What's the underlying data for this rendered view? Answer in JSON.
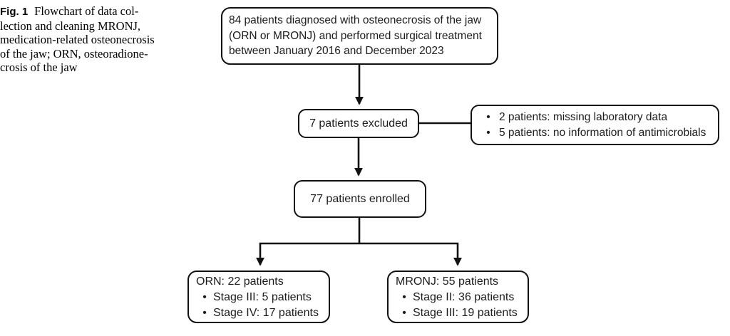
{
  "caption": {
    "label": "Fig. 1",
    "lines": [
      "Flowchart of data col-",
      "lection and cleaning MRONJ,",
      "medication-related osteonecrosis",
      "of the jaw; ORN, osteoradione-",
      "crosis of the jaw"
    ]
  },
  "glyphs": {
    "bullet": "•"
  },
  "flowchart": {
    "top_box": {
      "lines": [
        "84 patients diagnosed with osteonecrosis of the jaw",
        "(ORN or MRONJ) and performed surgical treatment",
        "between January 2016 and December 2023"
      ]
    },
    "excluded_box": {
      "text": "7 patients excluded"
    },
    "exclusion_reasons": {
      "items": [
        "2 patients: missing laboratory data",
        "5 patients: no information of antimicrobials"
      ]
    },
    "enrolled_box": {
      "text": "77 patients enrolled"
    },
    "orn_box": {
      "title": "ORN: 22 patients",
      "items": [
        "Stage III: 5 patients",
        "Stage IV: 17 patients"
      ]
    },
    "mronj_box": {
      "title": "MRONJ: 55 patients",
      "items": [
        "Stage II: 36 patients",
        "Stage III: 19 patients"
      ]
    }
  },
  "colors": {
    "line": "#111111",
    "text": "#1c1c1c",
    "background": "#ffffff"
  }
}
